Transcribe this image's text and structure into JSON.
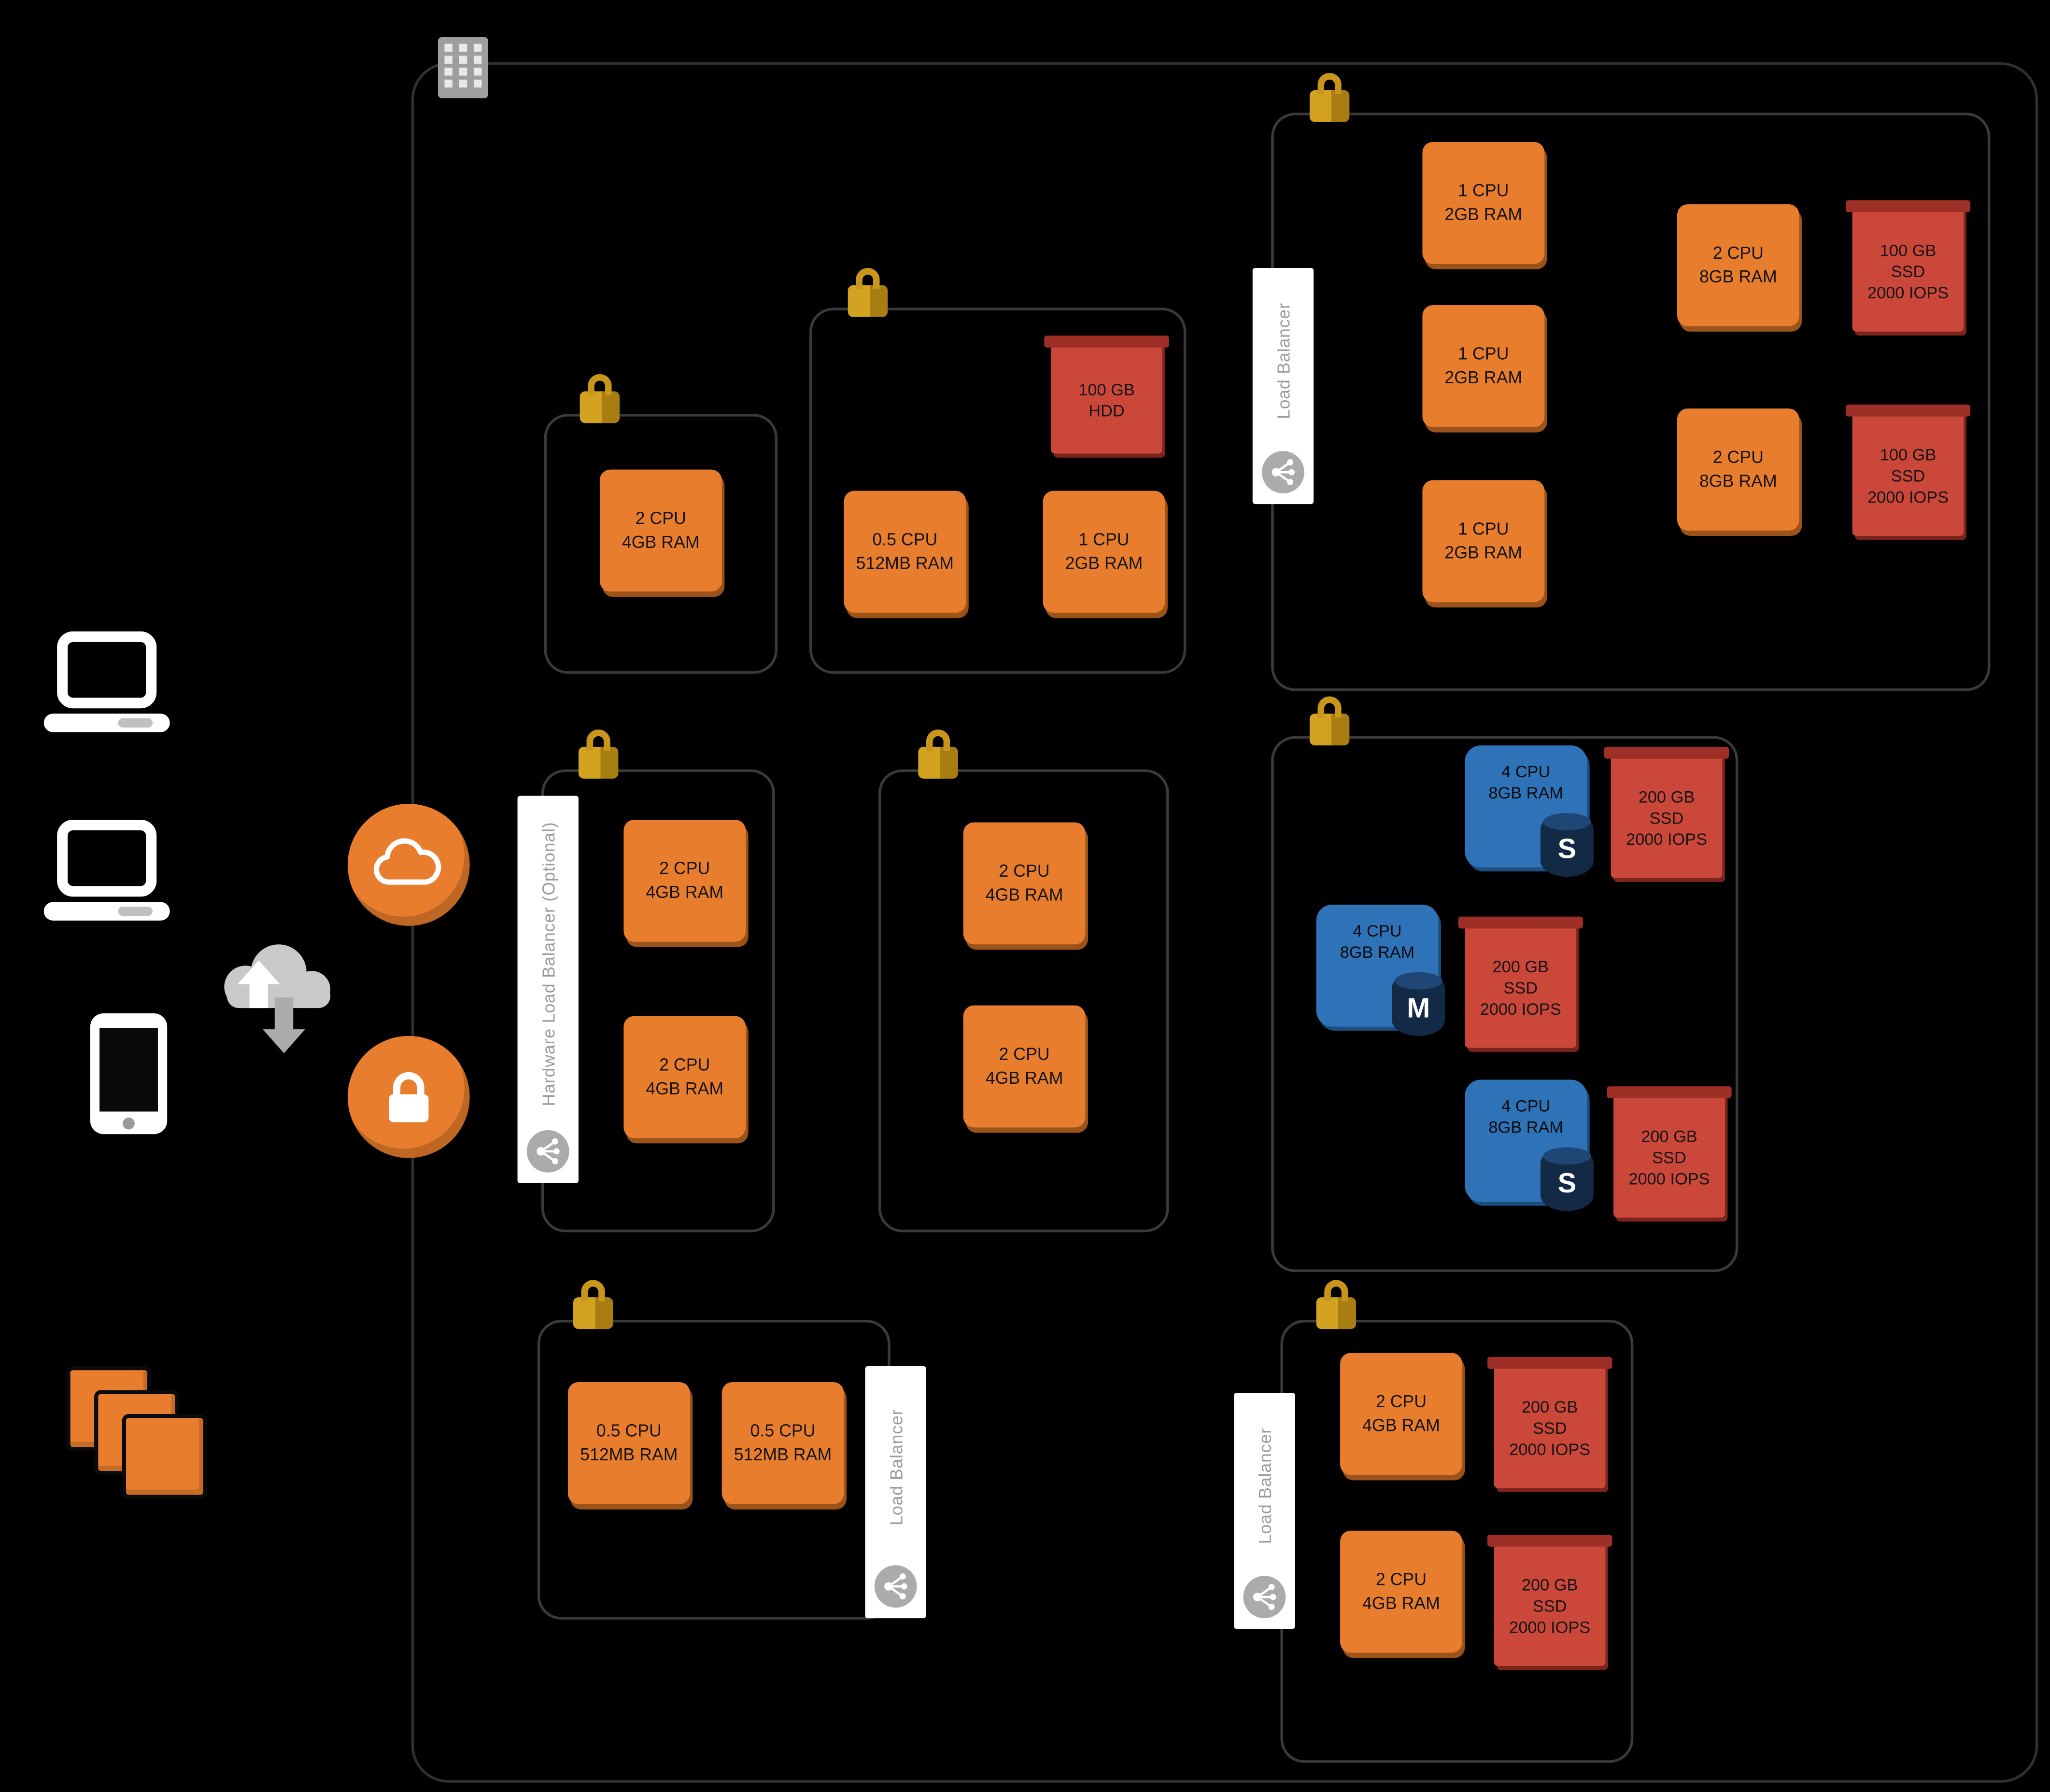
{
  "colors": {
    "background": "#000000",
    "orange": "#E87E2D",
    "orange_shadow": "#9B531A",
    "red": "#CB473A",
    "red_lid": "#9E2F26",
    "red_shadow": "#7A241C",
    "blue": "#2E73B8",
    "blue_shadow": "#1C4E80",
    "navy": "#132A47",
    "navy_top": "#1F4674",
    "gold": "#C9961C",
    "group_border": "#3A3A3A",
    "label_gray": "#9C9C9C"
  },
  "icons": [
    "datacenter-icon",
    "padlock-icon",
    "load-balancer-icon",
    "laptop-icon",
    "smartphone-icon",
    "cloud-transfer-icon",
    "cloud-circle-icon",
    "secure-lock-circle-icon",
    "instance-stack-icon",
    "database-engine-icon"
  ],
  "labels": {
    "load_balancer": "Load Balancer",
    "hardware_load_balancer": "Hardware Load Balancer (Optional)"
  },
  "groups": {
    "app_small": {
      "nodes": [
        {
          "label": "2 CPU\n4GB RAM"
        }
      ]
    },
    "batch": {
      "storage": [
        {
          "label": "100 GB\nHDD"
        }
      ],
      "nodes": [
        {
          "label": "0.5 CPU\n512MB RAM"
        },
        {
          "label": "1 CPU\n2GB RAM"
        }
      ]
    },
    "web": {
      "lb_label": "Load Balancer",
      "small_nodes": [
        {
          "label": "1 CPU\n2GB RAM"
        },
        {
          "label": "1 CPU\n2GB RAM"
        },
        {
          "label": "1 CPU\n2GB RAM"
        }
      ],
      "large_nodes": [
        {
          "label": "2 CPU\n8GB RAM"
        },
        {
          "label": "2 CPU\n8GB RAM"
        }
      ],
      "storage": [
        {
          "label": "100 GB\nSSD\n2000 IOPS"
        },
        {
          "label": "100 GB\nSSD\n2000 IOPS"
        }
      ]
    },
    "app_a": {
      "lb_label": "Hardware Load Balancer (Optional)",
      "nodes": [
        {
          "label": "2 CPU\n4GB RAM"
        },
        {
          "label": "2 CPU\n4GB RAM"
        }
      ]
    },
    "app_b": {
      "nodes": [
        {
          "label": "2 CPU\n4GB RAM"
        },
        {
          "label": "2 CPU\n4GB RAM"
        }
      ]
    },
    "database": {
      "db_nodes": [
        {
          "label": "4 CPU\n8GB RAM",
          "engine": "S"
        },
        {
          "label": "4 CPU\n8GB RAM",
          "engine": "M"
        },
        {
          "label": "4 CPU\n8GB RAM",
          "engine": "S"
        }
      ],
      "storage": [
        {
          "label": "200 GB\nSSD\n2000 IOPS"
        },
        {
          "label": "200 GB\nSSD\n2000 IOPS"
        },
        {
          "label": "200 GB\nSSD\n2000 IOPS"
        }
      ]
    },
    "cache": {
      "lb_label": "Load Balancer",
      "nodes": [
        {
          "label": "0.5 CPU\n512MB RAM"
        },
        {
          "label": "0.5 CPU\n512MB RAM"
        }
      ]
    },
    "storage_tier": {
      "lb_label": "Load Balancer",
      "nodes": [
        {
          "label": "2 CPU\n4GB RAM"
        },
        {
          "label": "2 CPU\n4GB RAM"
        }
      ],
      "storage": [
        {
          "label": "200 GB\nSSD\n2000 IOPS"
        },
        {
          "label": "200 GB\nSSD\n2000 IOPS"
        }
      ]
    }
  }
}
